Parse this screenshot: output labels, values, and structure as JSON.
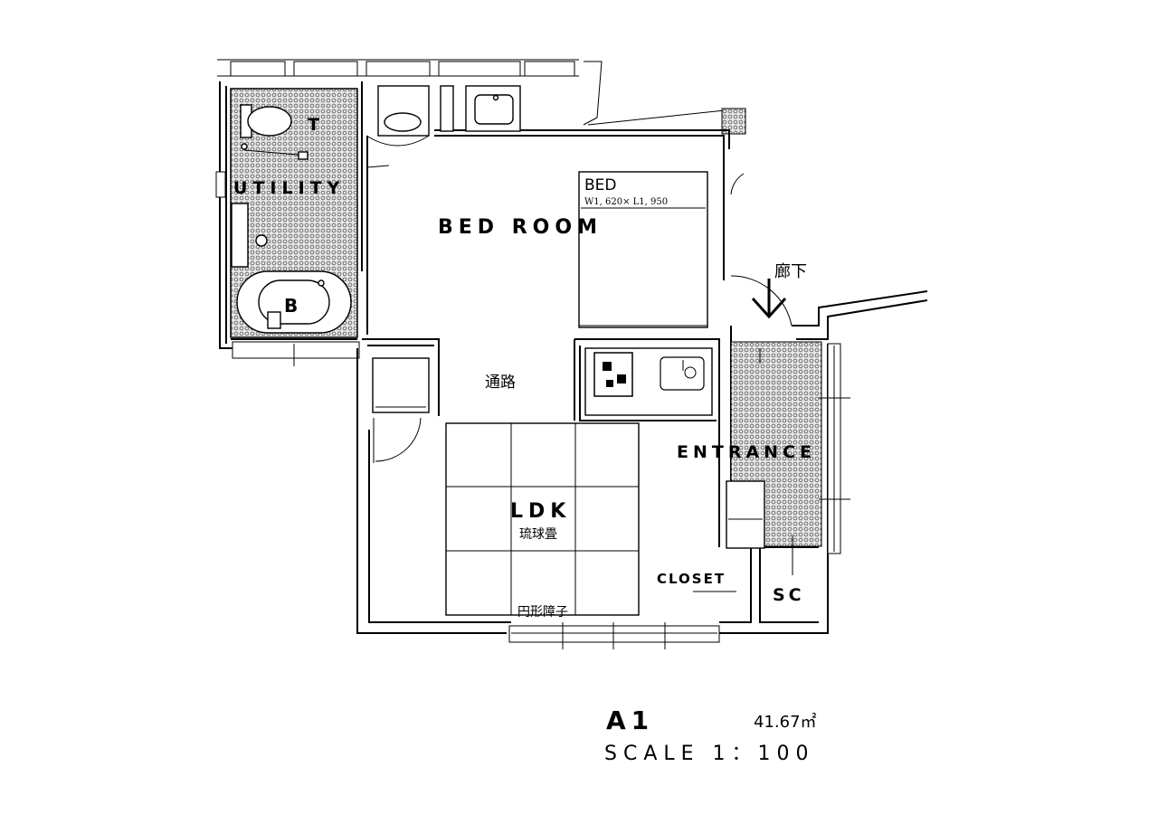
{
  "plan": {
    "rooms": {
      "utility": "UTILITY",
      "toilet": "T",
      "bath": "B",
      "bedroom": "BED ROOM",
      "bed": "BED",
      "bed_size": "W1, 620× L1, 950",
      "corridor_out": "廊下",
      "passage": "通路",
      "entrance": "ENTRANCE",
      "ldk": "LDK",
      "ldk_sub": "琉球畳",
      "closet": "CLOSET",
      "sc": "SC",
      "shoji": "円形障子"
    },
    "unit": {
      "type": "A1",
      "area": "41.67㎡",
      "scale": "SCALE 1：100"
    }
  }
}
